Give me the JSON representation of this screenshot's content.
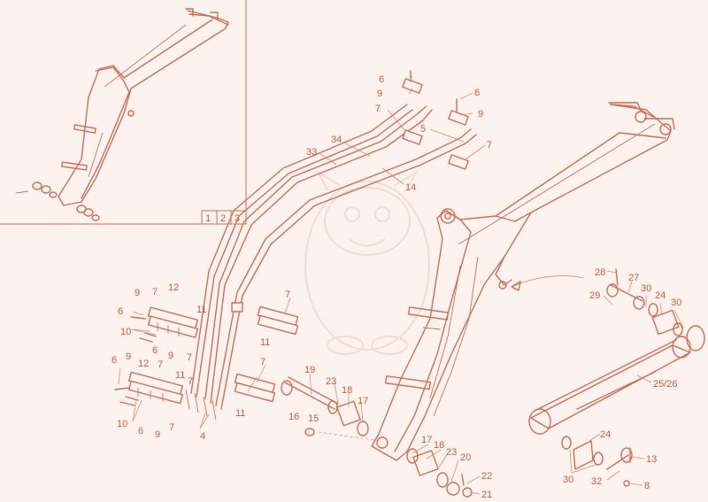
{
  "inset_tabs": [
    "1",
    "2",
    "3"
  ],
  "callouts": [
    {
      "id": "c-6a",
      "text": "6"
    },
    {
      "id": "c-9a",
      "text": "9"
    },
    {
      "id": "c-7a",
      "text": "7"
    },
    {
      "id": "c-6b",
      "text": "6"
    },
    {
      "id": "c-9b",
      "text": "9"
    },
    {
      "id": "c-5",
      "text": "5"
    },
    {
      "id": "c-7b",
      "text": "7"
    },
    {
      "id": "c-34",
      "text": "34"
    },
    {
      "id": "c-33",
      "text": "33"
    },
    {
      "id": "c-14",
      "text": "14"
    },
    {
      "id": "c-9c",
      "text": "9"
    },
    {
      "id": "c-7c",
      "text": "7"
    },
    {
      "id": "c-12a",
      "text": "12"
    },
    {
      "id": "c-6c",
      "text": "6"
    },
    {
      "id": "c-11a",
      "text": "11"
    },
    {
      "id": "c-10a",
      "text": "10"
    },
    {
      "id": "c-6d",
      "text": "6"
    },
    {
      "id": "c-9d",
      "text": "9"
    },
    {
      "id": "c-7d",
      "text": "7"
    },
    {
      "id": "c-7e",
      "text": "7"
    },
    {
      "id": "c-11b",
      "text": "11"
    },
    {
      "id": "c-6e",
      "text": "6"
    },
    {
      "id": "c-9e",
      "text": "9"
    },
    {
      "id": "c-12b",
      "text": "12"
    },
    {
      "id": "c-7f",
      "text": "7"
    },
    {
      "id": "c-11c",
      "text": "11"
    },
    {
      "id": "c-7g",
      "text": "7"
    },
    {
      "id": "c-7h",
      "text": "7"
    },
    {
      "id": "c-10b",
      "text": "10"
    },
    {
      "id": "c-6f",
      "text": "6"
    },
    {
      "id": "c-9f",
      "text": "9"
    },
    {
      "id": "c-7i",
      "text": "7"
    },
    {
      "id": "c-4",
      "text": "4"
    },
    {
      "id": "c-11d",
      "text": "11"
    },
    {
      "id": "c-19",
      "text": "19"
    },
    {
      "id": "c-23a",
      "text": "23"
    },
    {
      "id": "c-18a",
      "text": "18"
    },
    {
      "id": "c-17a",
      "text": "17"
    },
    {
      "id": "c-16",
      "text": "16"
    },
    {
      "id": "c-15",
      "text": "15"
    },
    {
      "id": "c-17b",
      "text": "17"
    },
    {
      "id": "c-18b",
      "text": "18"
    },
    {
      "id": "c-23b",
      "text": "23"
    },
    {
      "id": "c-20",
      "text": "20"
    },
    {
      "id": "c-22",
      "text": "22"
    },
    {
      "id": "c-21",
      "text": "21"
    },
    {
      "id": "c-28",
      "text": "28"
    },
    {
      "id": "c-27",
      "text": "27"
    },
    {
      "id": "c-29",
      "text": "29"
    },
    {
      "id": "c-30a",
      "text": "30"
    },
    {
      "id": "c-24a",
      "text": "24"
    },
    {
      "id": "c-30b",
      "text": "30"
    },
    {
      "id": "c-2526",
      "text": "25/26"
    },
    {
      "id": "c-24b",
      "text": "24"
    },
    {
      "id": "c-13",
      "text": "13"
    },
    {
      "id": "c-30c",
      "text": "30"
    },
    {
      "id": "c-32",
      "text": "32"
    },
    {
      "id": "c-8",
      "text": "8"
    }
  ]
}
